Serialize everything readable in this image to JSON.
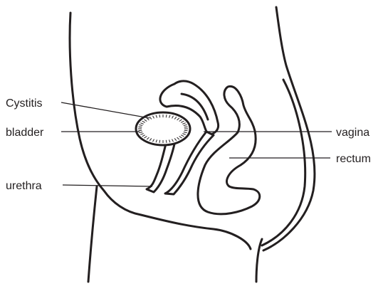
{
  "labels": {
    "cystitis": "Cystitis",
    "bladder": "bladder",
    "urethra": "urethra",
    "vagina": "vagina",
    "rectum": "rectum"
  },
  "colors": {
    "line": "#231f20",
    "background": "#ffffff"
  }
}
